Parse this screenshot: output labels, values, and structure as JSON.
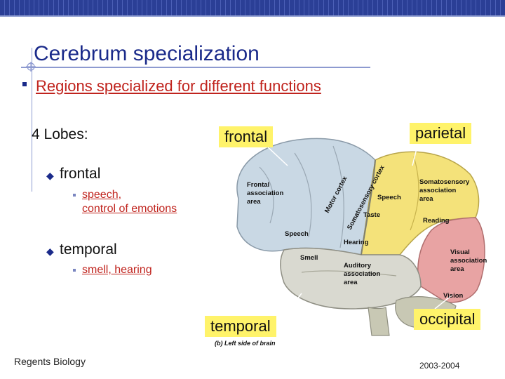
{
  "slide": {
    "title": "Cerebrum specialization",
    "subtitle": "Regions specialized for different functions",
    "lobes_heading": "4 Lobes:",
    "items": [
      {
        "label": "frontal",
        "detail": [
          "speech,",
          "control of emotions"
        ]
      },
      {
        "label": "temporal",
        "detail": [
          "smell, hearing"
        ]
      }
    ],
    "footer_left": "Regents Biology",
    "footer_right": "2003-2004"
  },
  "figure": {
    "tags": {
      "frontal": "frontal",
      "parietal": "parietal",
      "temporal": "temporal",
      "occipital": "occipital"
    },
    "labels": {
      "frontal_area": [
        "Frontal",
        "association",
        "area"
      ],
      "motor_cortex": "Motor cortex",
      "somatosensory_cortex": "Somatosensory cortex",
      "somatosensory_area": [
        "Somatosensory",
        "association",
        "area"
      ],
      "speech_upper": "Speech",
      "taste": "Taste",
      "reading": "Reading",
      "speech_lower": "Speech",
      "hearing": "Hearing",
      "smell": "Smell",
      "auditory_area": [
        "Auditory",
        "association",
        "area"
      ],
      "visual_area": [
        "Visual",
        "association",
        "area"
      ],
      "vision": "Vision",
      "caption": "(b) Left side of brain"
    },
    "colors": {
      "frontal": "#c9d8e4",
      "parietal": "#f4e27a",
      "occipital": "#e8a3a3",
      "temporal": "#d9d9d0",
      "cerebellum": "#c8c8b4"
    }
  },
  "theme": {
    "title_color": "#1a2a8a",
    "accent_red": "#c0231d",
    "highlight": "#fff36a"
  }
}
